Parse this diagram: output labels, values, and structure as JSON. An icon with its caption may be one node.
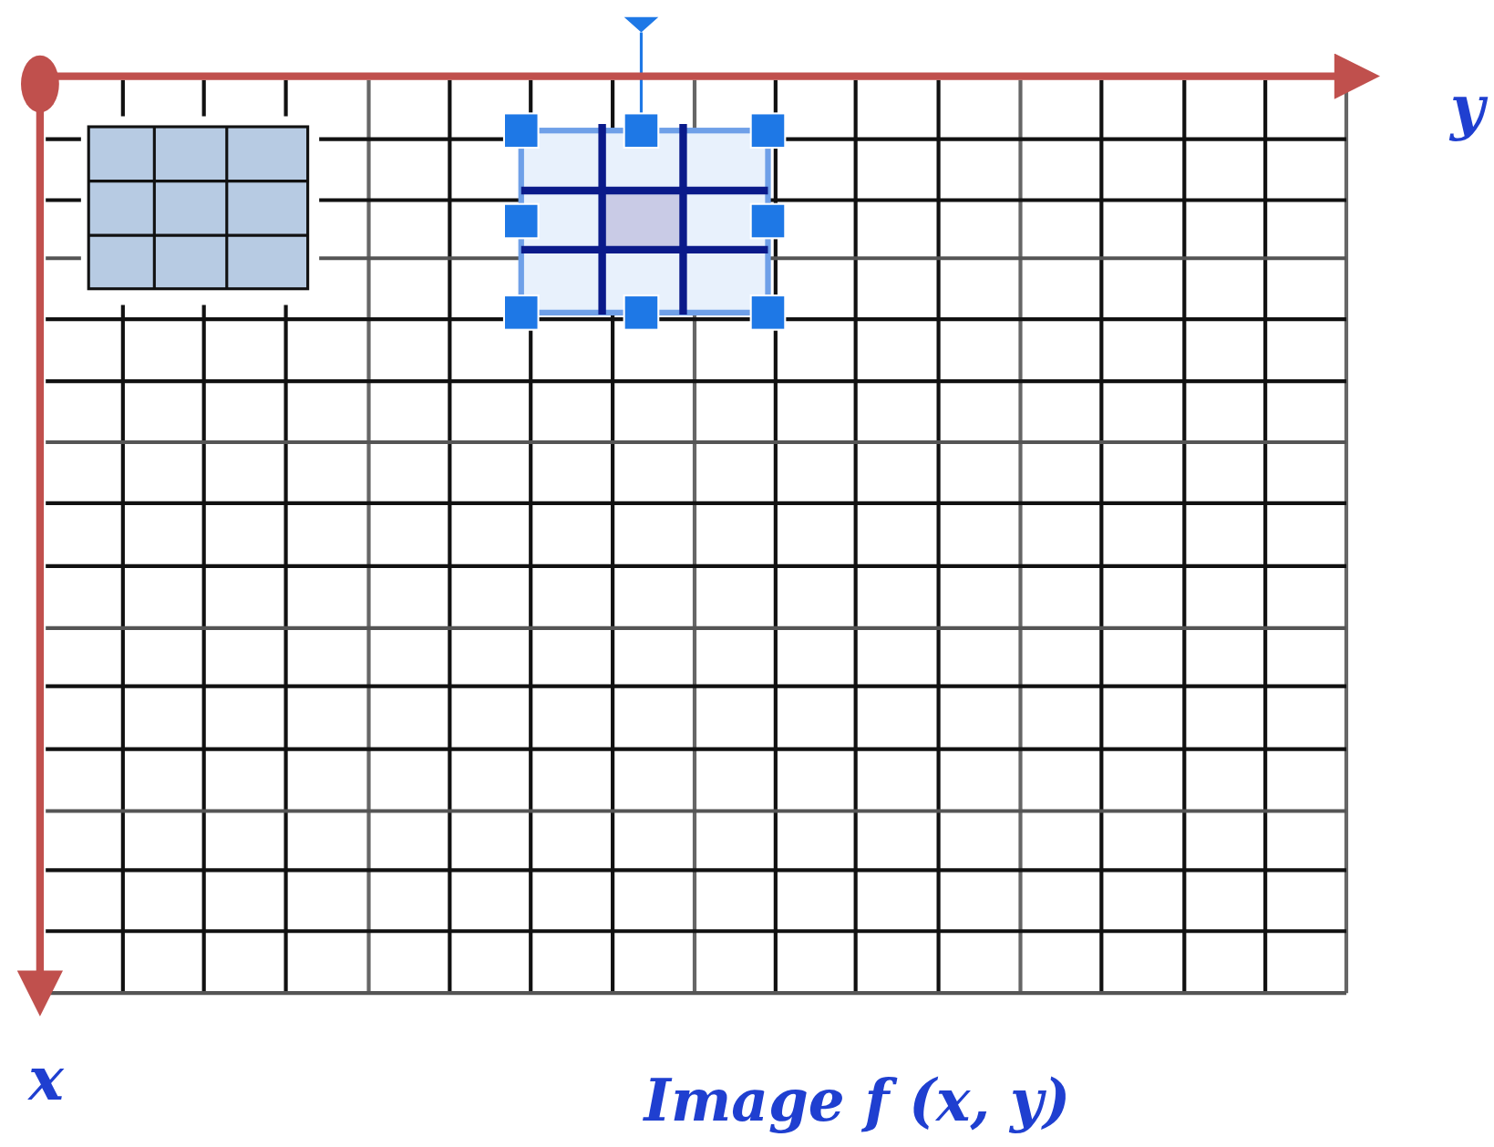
{
  "diagram": {
    "caption": "Image f (x, y)",
    "labels": [
      "y",
      "x"
    ]
  }
}
